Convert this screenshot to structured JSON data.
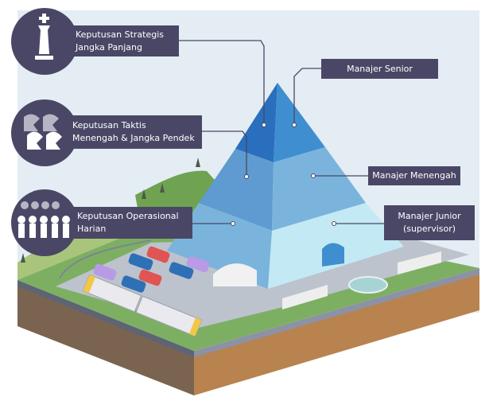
{
  "decisions": {
    "strategic": {
      "line1": "Keputusan Strategis",
      "line2": "Jangka Panjang",
      "icon": "chess-king-icon"
    },
    "tactical": {
      "line1": "Keputusan Taktis",
      "line2": "Menengah & Jangka Pendek",
      "icon": "chess-knights-icon"
    },
    "operational": {
      "line1": "Keputusan Operasional",
      "line2": "Harian",
      "icon": "chess-pawns-icon"
    }
  },
  "managers": {
    "senior": {
      "line1": "Manajer Senior"
    },
    "middle": {
      "line1": "Manajer Menengah"
    },
    "junior": {
      "line1": "Manajer Junior",
      "line2": "(supervisor)"
    }
  },
  "colors": {
    "label_bg": "#4a4766",
    "sky": "#e4edf3",
    "tier_top": "#2f78c4",
    "tier_middle": "#6aa6d6",
    "tier_bottom": "#bfe6f3",
    "grass": "#7daf62",
    "soil": "#b8834f"
  }
}
